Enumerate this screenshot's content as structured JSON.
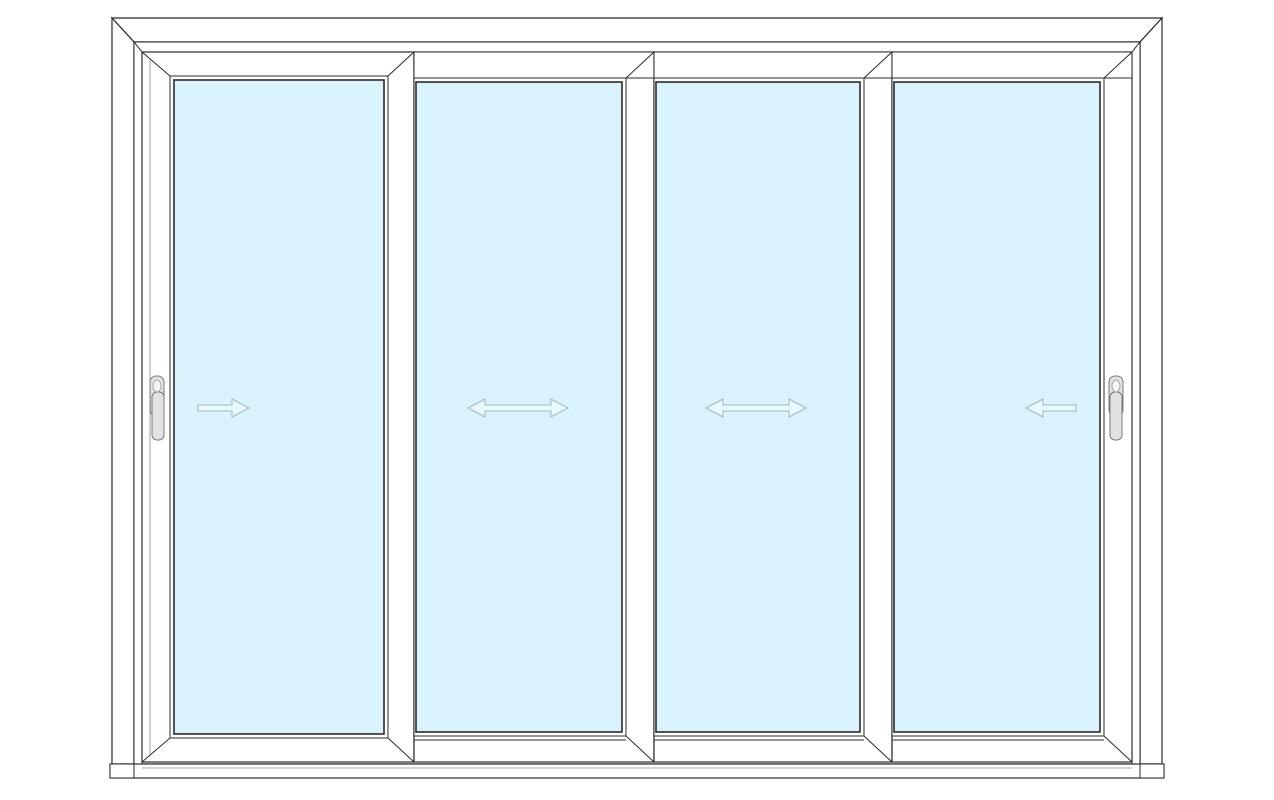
{
  "drawing": {
    "subject": "sliding-door-elevation",
    "colors": {
      "background": "#ffffff",
      "frame_fill": "#ffffff",
      "line": "#2b2b2b",
      "light_line": "#8a8a8a",
      "glass": "#d9f3fd",
      "arrow": "#9fb9c4",
      "handle": "#e2e2e2"
    },
    "panels": [
      {
        "id": "panel-1",
        "type": "fixed-outer",
        "direction": "right",
        "handle": "left"
      },
      {
        "id": "panel-2",
        "type": "sliding",
        "direction": "both",
        "handle": "none"
      },
      {
        "id": "panel-3",
        "type": "sliding",
        "direction": "both",
        "handle": "none"
      },
      {
        "id": "panel-4",
        "type": "fixed-outer",
        "direction": "left",
        "handle": "right"
      }
    ]
  }
}
